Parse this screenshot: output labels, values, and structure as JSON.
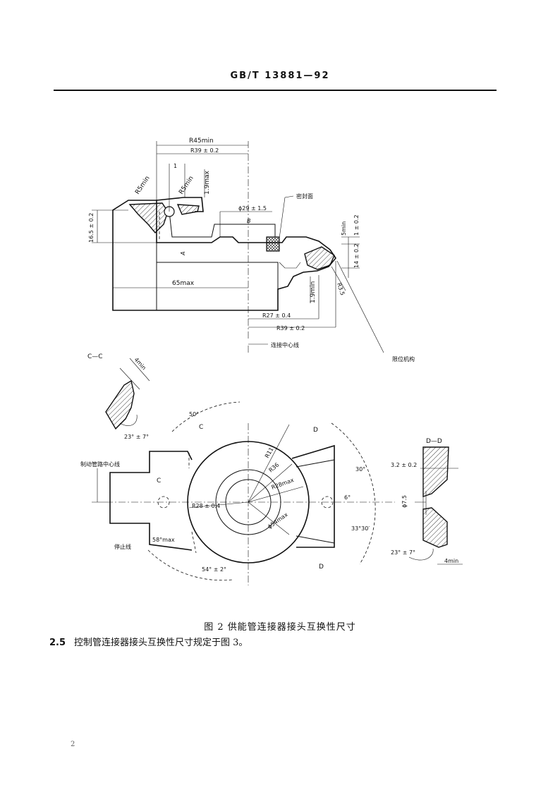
{
  "header": {
    "standard_code": "GB/T 13881—92"
  },
  "figure": {
    "labels": {
      "r45min": "R45min",
      "r39_top": "R39 ± 0.2",
      "r5min_a": "R5min",
      "r5min_b": "R5min",
      "one": "1",
      "h19max": "1.9max",
      "seal_face": "密封面",
      "d29": "ϕ29 ± 1.5",
      "b": "B",
      "h165": "16.5 ± 0.2",
      "a": "A",
      "w65max": "65max",
      "h5min": "5min",
      "h1": "1 ± 0.2",
      "h14": "14 ± 0.2",
      "r35": "R3.5",
      "h19min": "1.9min",
      "r27": "R27 ± 0.4",
      "r39_bot": "R39 ± 0.2",
      "connect_cl": "连接中心线",
      "limit_mech": "限位机构",
      "section_cc": "C—C",
      "w4min_cc": "4min",
      "ang23_cc": "23° ± 7°",
      "ang50": "50°",
      "mark_c_top": "C",
      "mark_c_left": "C",
      "mark_d_top": "D",
      "mark_d_bot": "D",
      "brake_cl": "制动管路中心线",
      "r11": "R11",
      "r36": "R36",
      "r28max": "R28max",
      "r28": "R28 ± 0.4",
      "d54max": "ϕ54max",
      "ang30": "30°",
      "ang6": "6°",
      "ang3330": "33°30′",
      "ang58": "58°max",
      "stop_line": "停止线",
      "ang54": "54° ± 2°",
      "section_dd": "D—D",
      "w32": "3.2 ± 0.2",
      "d75": "ϕ7.5",
      "ang23_dd": "23° ± 7°",
      "w4min_dd": "4min"
    }
  },
  "caption": "图 2 供能管连接器接头互换性尺寸",
  "clause": {
    "number": "2.5",
    "text": "控制管连接器接头互换性尺寸规定于图 3。"
  },
  "page_number": "2"
}
